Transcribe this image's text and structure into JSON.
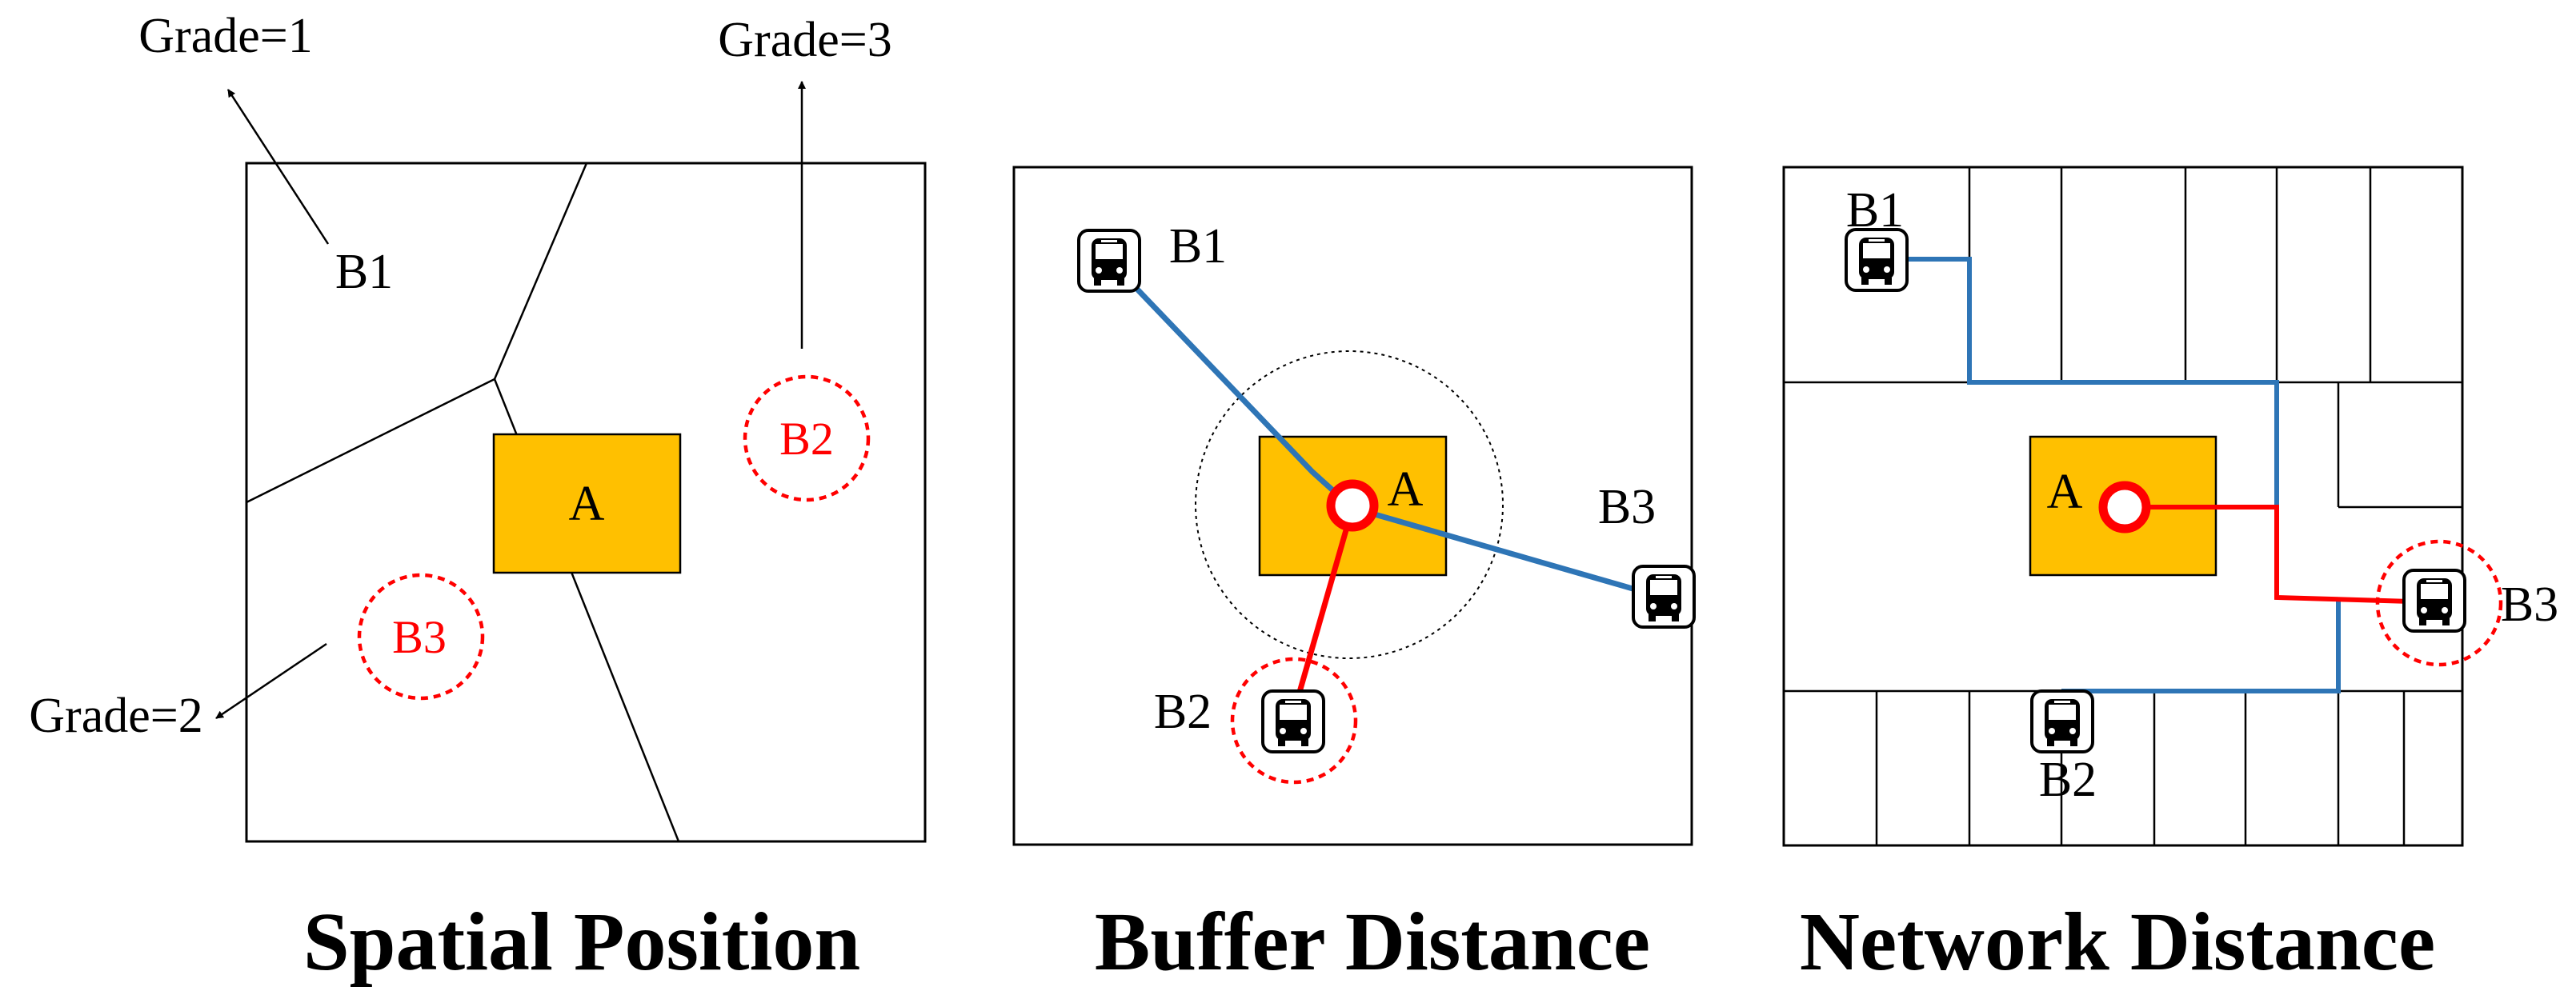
{
  "panels": [
    {
      "title": "Spatial Position",
      "building": "A",
      "stops": {
        "b1": "B1",
        "b2": "B2",
        "b3": "B3"
      },
      "grades": {
        "b1": "Grade=1",
        "b2": "Grade=3",
        "b3": "Grade=2"
      }
    },
    {
      "title": "Buffer Distance",
      "building": "A",
      "stops": {
        "b1": "B1",
        "b2": "B2",
        "b3": "B3"
      }
    },
    {
      "title": "Network Distance",
      "building": "A",
      "stops": {
        "b1": "B1",
        "b2": "B2",
        "b3": "B3"
      }
    }
  ],
  "colors": {
    "building": "#FFC000",
    "near_path": "#FF0000",
    "far_path": "#2E75B6",
    "highlight": "#FF0000",
    "outline": "#000000"
  },
  "icons": {
    "stop": "bus-icon"
  }
}
